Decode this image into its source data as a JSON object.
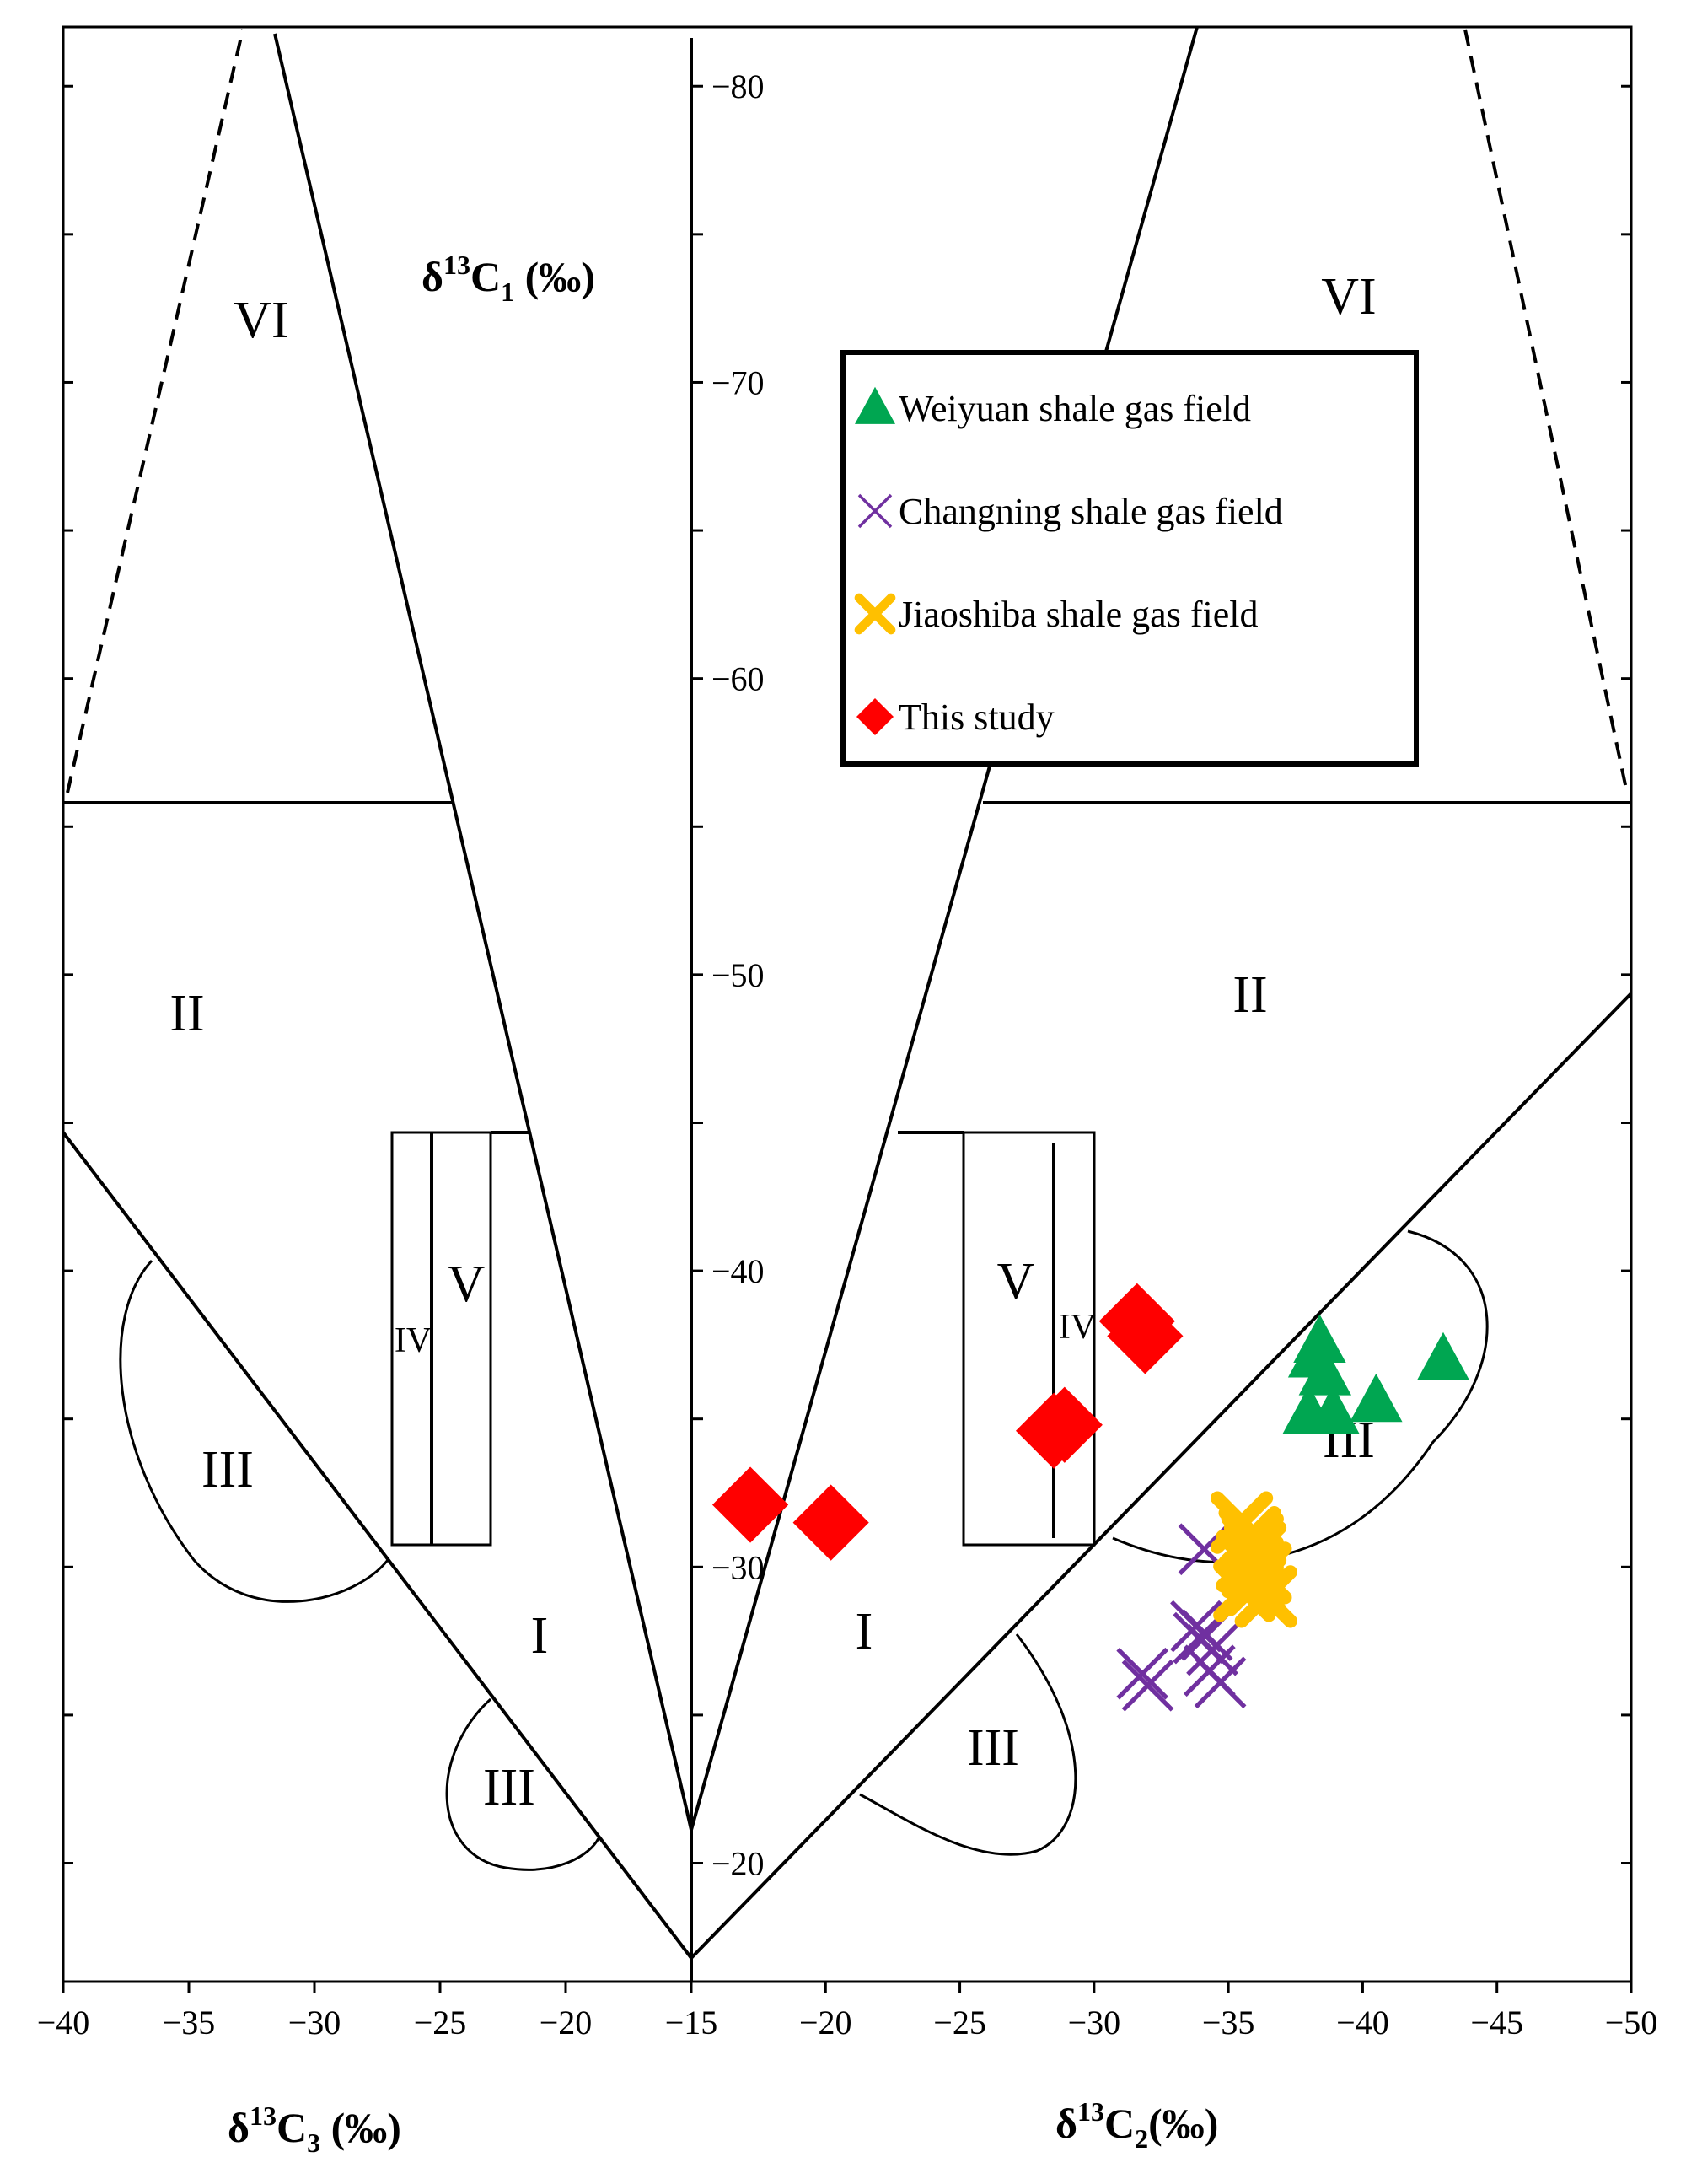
{
  "chart_data": {
    "type": "scatter",
    "title": "",
    "ylabel": "δ13C1 (‰)",
    "left_xlabel": "δ13C3 (‰)",
    "right_xlabel": "δ13C2(‰)",
    "ylim": [
      -16,
      -82
    ],
    "y_ticks": [
      "−80",
      "−70",
      "−60",
      "−50",
      "−40",
      "−30",
      "−20"
    ],
    "left_x_ticks": [
      "−40",
      "−35",
      "−30",
      "−25",
      "−20",
      "−15"
    ],
    "right_x_ticks": [
      "−20",
      "−25",
      "−30",
      "−35",
      "−40",
      "−45",
      "−50"
    ],
    "left_xlim": [
      -40,
      -15
    ],
    "right_xlim": [
      -15,
      -50
    ],
    "legend_position": "upper-right",
    "region_labels": {
      "vi_left": "VI",
      "vi_right": "VI",
      "ii_left": "II",
      "ii_right": "II",
      "i_left": "I",
      "i_right": "I",
      "iii_left_upper": "III",
      "iii_left_lower": "III",
      "iii_right_upper": "III",
      "iii_right_lower": "III",
      "iv_left": "IV",
      "iv_right": "IV",
      "v_left": "V",
      "v_right": "V"
    },
    "series": [
      {
        "name": "Weiyuan shale gas field",
        "marker": "triangle",
        "color": "#00A651",
        "panel": "right",
        "points": [
          [
            -38.2,
            -37.1
          ],
          [
            -38.4,
            -37.6
          ],
          [
            -38.0,
            -35.2
          ],
          [
            -38.9,
            -35.2
          ],
          [
            -40.5,
            -35.6
          ],
          [
            -43.0,
            -37.0
          ],
          [
            -38.6,
            -36.5
          ]
        ]
      },
      {
        "name": "Changning  shale gas field",
        "marker": "x",
        "color": "#7030A0",
        "panel": "right",
        "points": [
          [
            -34.1,
            -30.6
          ],
          [
            -33.8,
            -28.0
          ],
          [
            -33.9,
            -27.6
          ],
          [
            -34.2,
            -27.7
          ],
          [
            -34.4,
            -27.2
          ],
          [
            -34.3,
            -26.5
          ],
          [
            -31.8,
            -26.4
          ],
          [
            -32.0,
            -26.0
          ],
          [
            -34.7,
            -26.1
          ]
        ]
      },
      {
        "name": "Jiaoshiba  shale gas field",
        "marker": "x-bold",
        "color": "#FFC000",
        "panel": "right",
        "points": [
          [
            -35.5,
            -31.5
          ],
          [
            -35.8,
            -31.0
          ],
          [
            -36.0,
            -30.5
          ],
          [
            -35.7,
            -30.2
          ],
          [
            -35.9,
            -30.0
          ],
          [
            -36.2,
            -29.8
          ],
          [
            -36.0,
            -29.4
          ],
          [
            -35.6,
            -29.2
          ],
          [
            -36.4,
            -29.0
          ],
          [
            -35.9,
            -30.8
          ]
        ]
      },
      {
        "name": "This study",
        "marker": "diamond",
        "color": "#FF0000",
        "panel": "right",
        "points": [
          [
            -31.6,
            -38.3
          ],
          [
            -31.9,
            -37.8
          ],
          [
            -28.5,
            -34.6
          ],
          [
            -28.9,
            -34.8
          ],
          [
            -17.2,
            -32.1
          ],
          [
            -20.2,
            -31.5
          ]
        ]
      }
    ]
  }
}
